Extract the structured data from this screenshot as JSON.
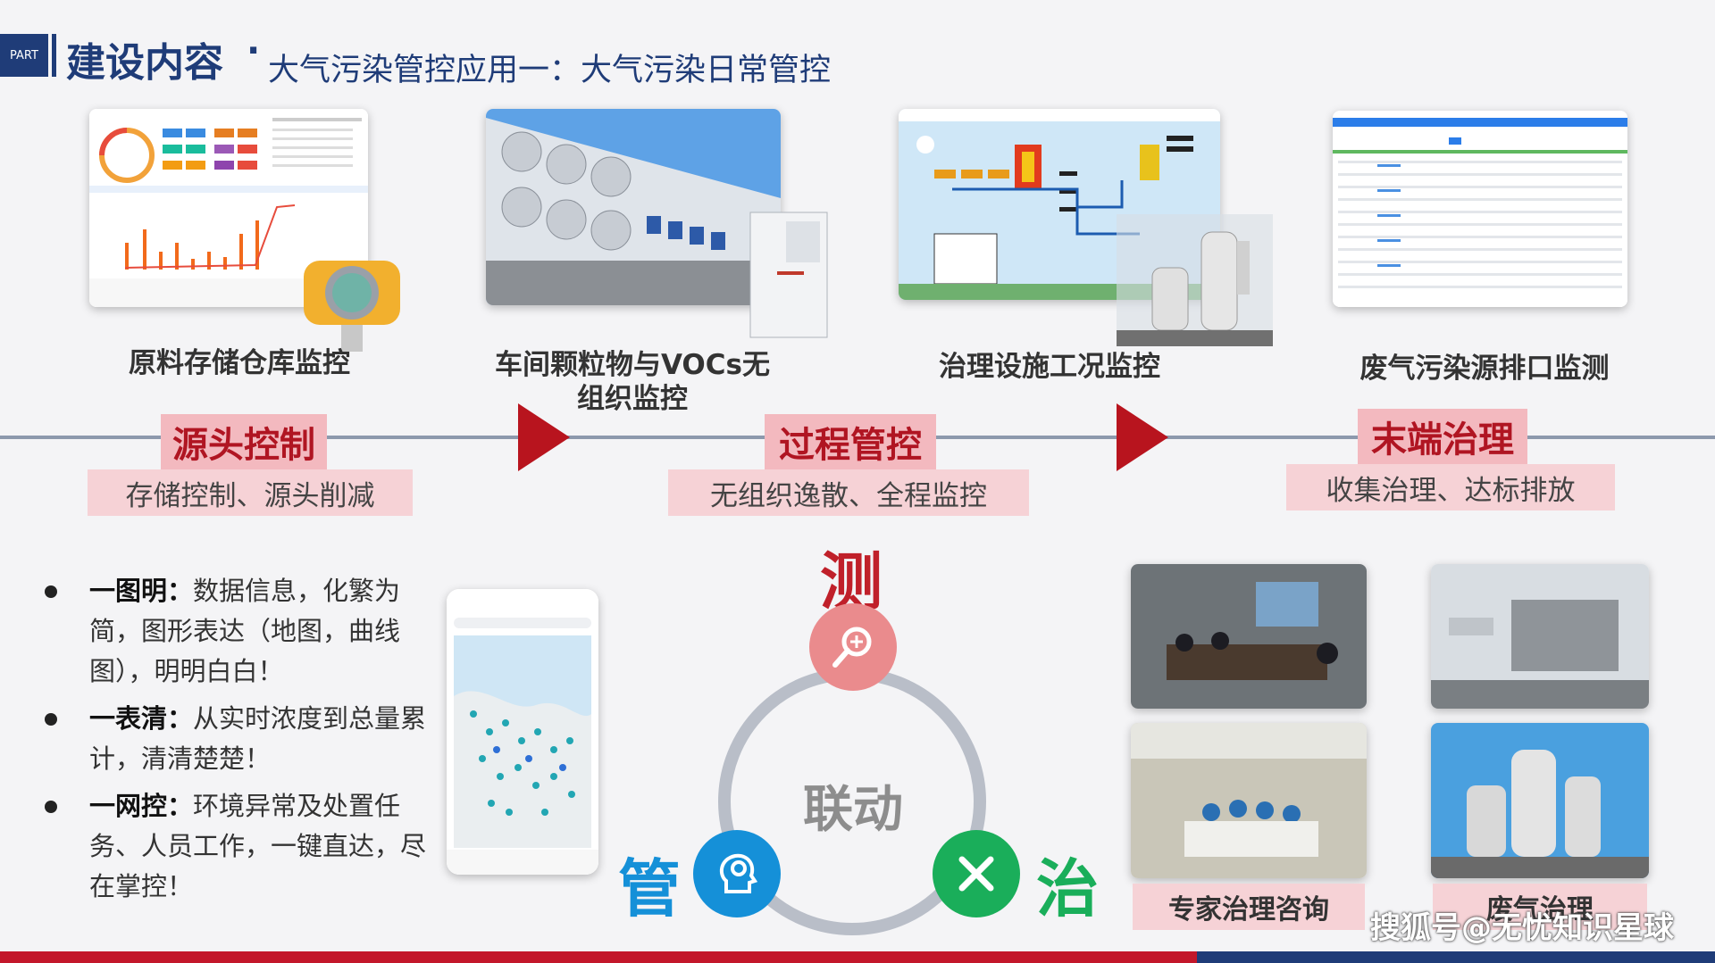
{
  "header": {
    "part_tag": "PART",
    "title": "建设内容",
    "dot": "·",
    "subtitle": "大气污染管控应用一：大气污染日常管控"
  },
  "top_items": [
    {
      "caption": "原料存储仓库监控"
    },
    {
      "caption": "车间颗粒物与VOCs无组织监控"
    },
    {
      "caption": "治理设施工况监控"
    },
    {
      "caption": "废气污染源排口监测"
    }
  ],
  "phases": [
    {
      "label": "源头控制",
      "sub": "存储控制、源头削减"
    },
    {
      "label": "过程管控",
      "sub": "无组织逸散、全程监控"
    },
    {
      "label": "末端治理",
      "sub": "收集治理、达标排放"
    }
  ],
  "bullets": [
    {
      "head": "一图明：",
      "text": "数据信息，化繁为简，图形表达（地图，曲线图），明明白白！"
    },
    {
      "head": "一表清：",
      "text": "从实时浓度到总量累计，清清楚楚！"
    },
    {
      "head": "一网控：",
      "text": "环境异常及处置任务、人员工作，一键直达，尽在掌控！"
    }
  ],
  "cycle": {
    "center": "联动",
    "top_char": "测",
    "left_char": "管",
    "right_char": "治"
  },
  "bottom_labels": {
    "left": "专家治理咨询",
    "right": "废气治理"
  },
  "watermark": "搜狐号@无忧知识星球",
  "colors": {
    "navy": "#1f3c78",
    "red": "#b8141e",
    "pink": "#f3b9bf",
    "light_pink": "#f6d2d6",
    "ce_red": "#c0202a",
    "guan_blue": "#1590d8",
    "zhi_green": "#1aae5a"
  }
}
